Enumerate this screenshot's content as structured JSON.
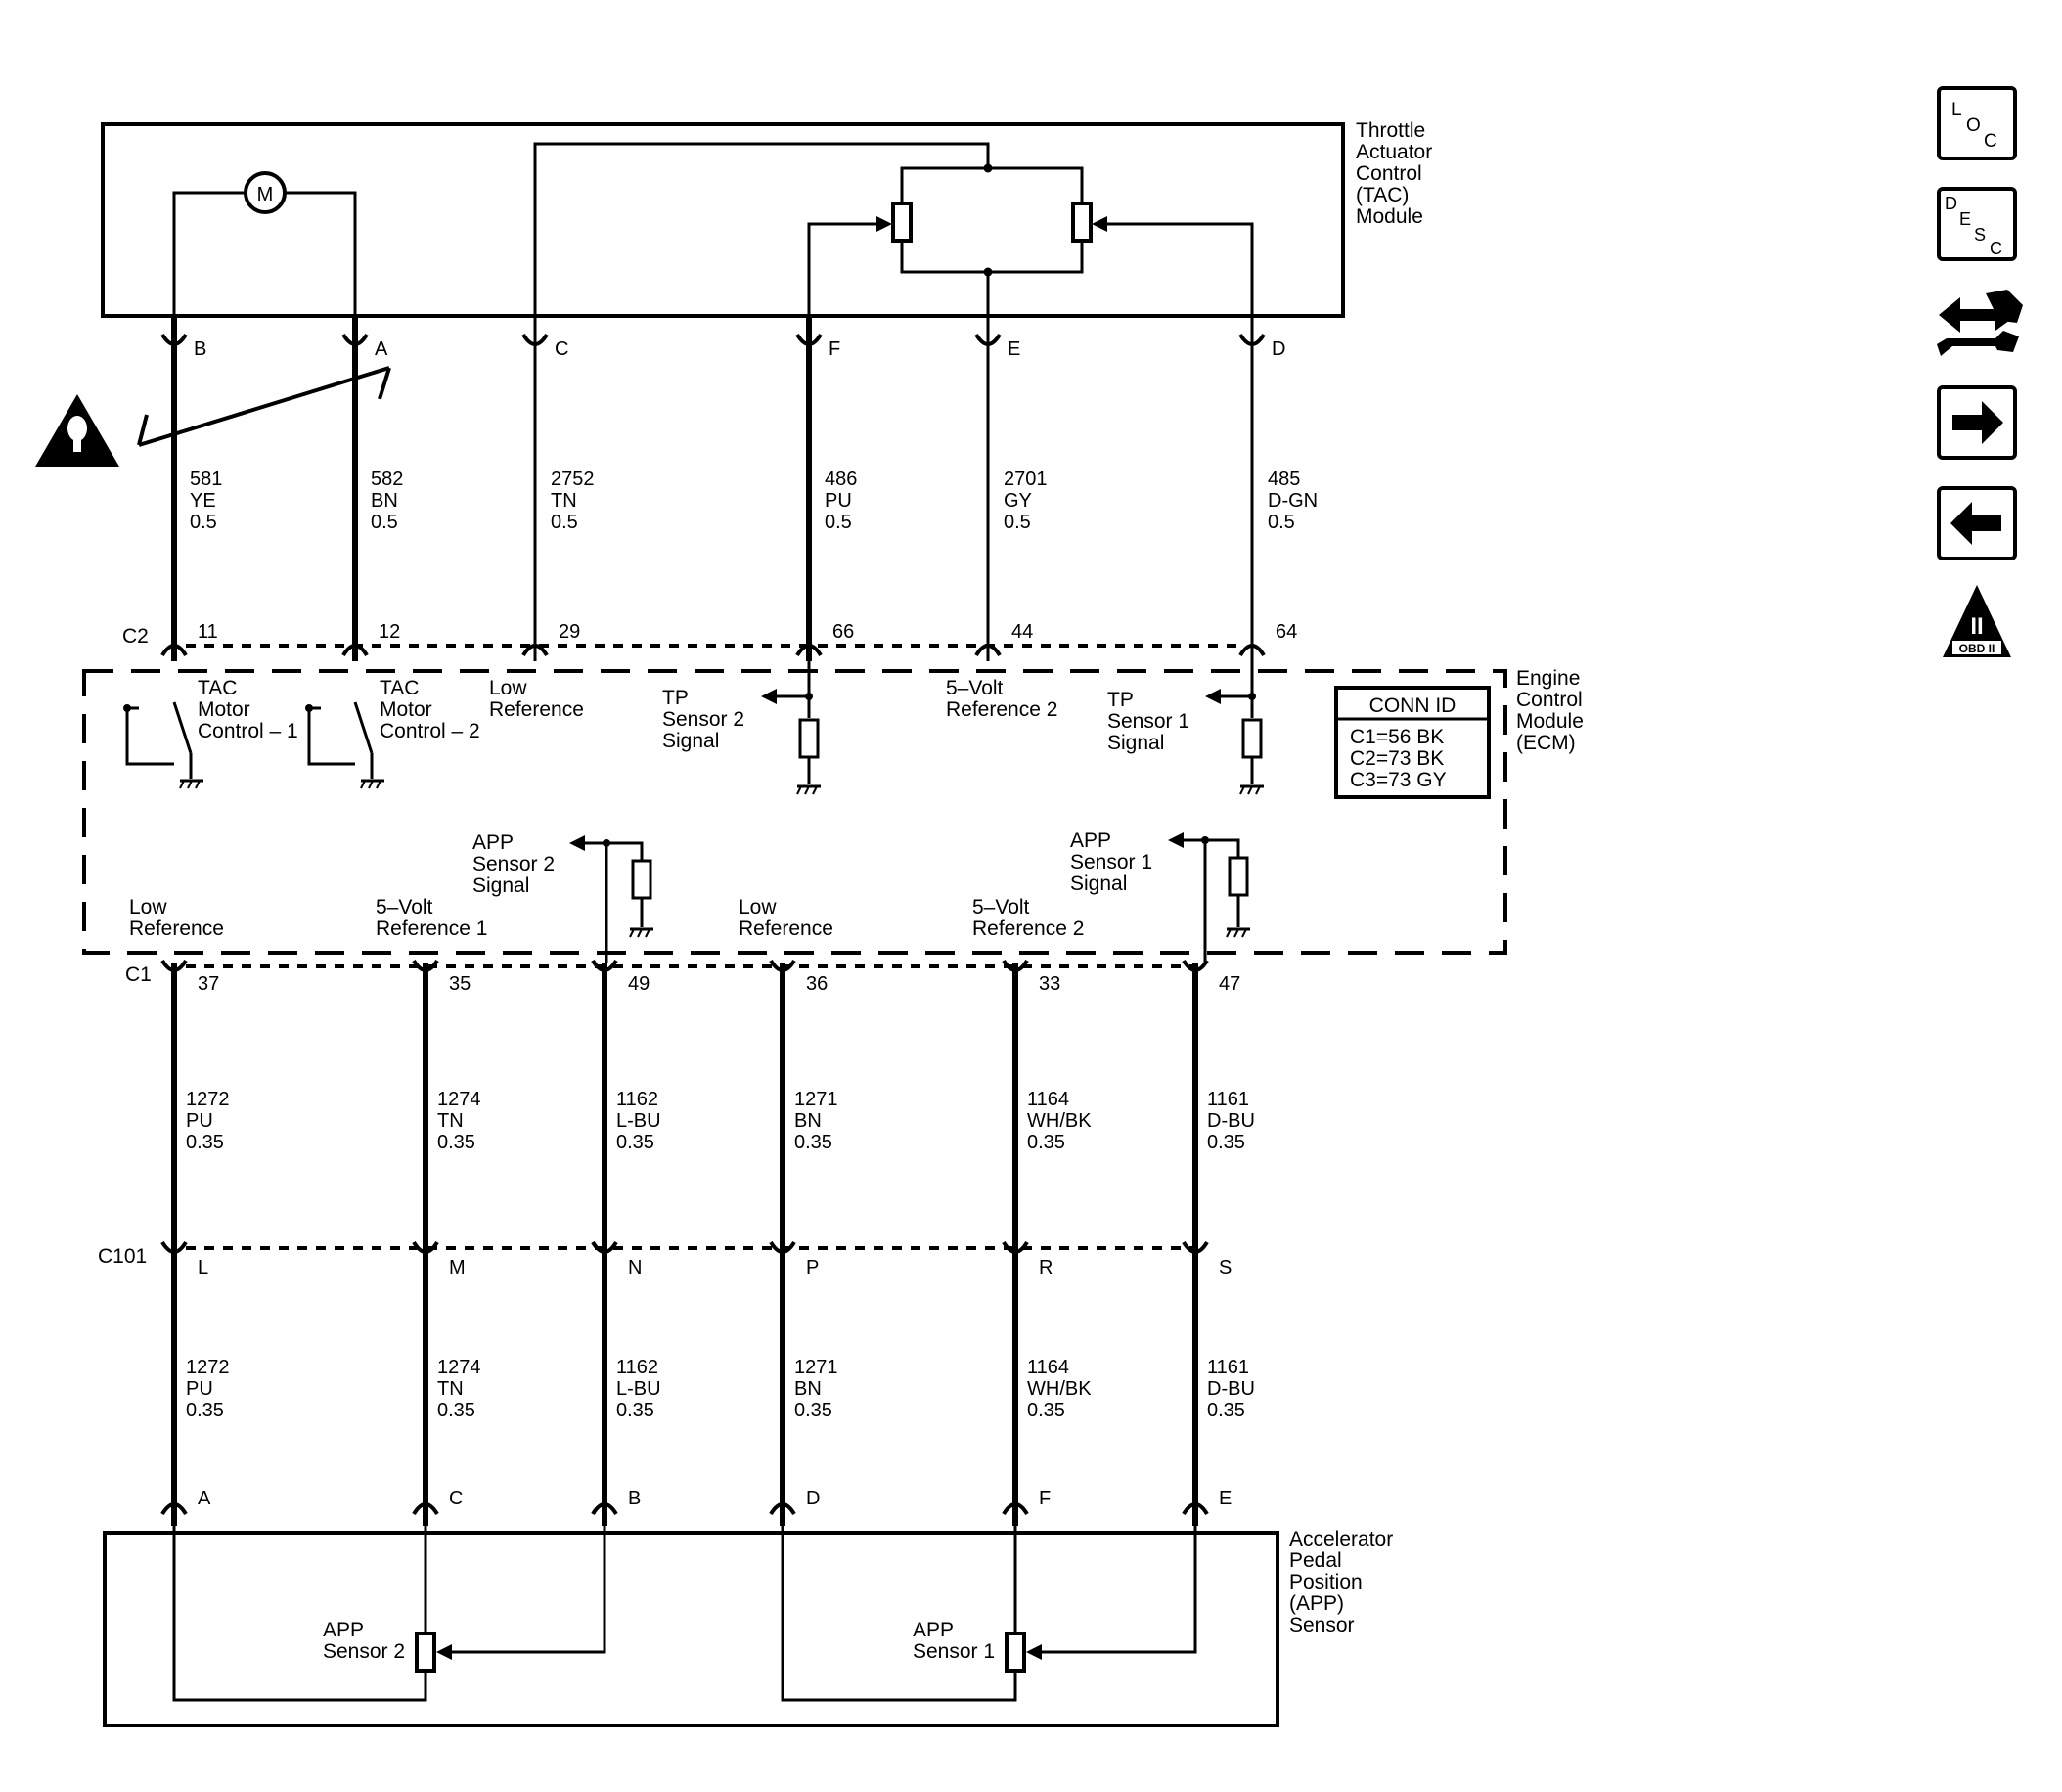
{
  "tac_module": {
    "lines": [
      "Throttle",
      "Actuator",
      "Control",
      "(TAC)",
      "Module"
    ]
  },
  "ecm": {
    "lines": [
      "Engine",
      "Control",
      "Module",
      "(ECM)"
    ]
  },
  "app_sensor": {
    "lines": [
      "Accelerator",
      "Pedal",
      "Position",
      "(APP)",
      "Sensor"
    ]
  },
  "conn_id": {
    "title": "CONN ID",
    "lines": [
      "C1=56 BK",
      "C2=73 BK",
      "C3=73 GY"
    ]
  },
  "motor_label": "M",
  "connectors": {
    "c2": "C2",
    "c1": "C1",
    "c101": "C101"
  },
  "tac_pins": [
    "B",
    "A",
    "C",
    "F",
    "E",
    "D"
  ],
  "c2_pins": [
    "11",
    "12",
    "29",
    "66",
    "44",
    "64"
  ],
  "c1_pins": [
    "37",
    "35",
    "49",
    "36",
    "33",
    "47"
  ],
  "c101_pins": [
    "L",
    "M",
    "N",
    "P",
    "R",
    "S"
  ],
  "app_pins": [
    "A",
    "C",
    "B",
    "D",
    "F",
    "E"
  ],
  "upper_wires": [
    {
      "circuit": "581",
      "color": "YE",
      "gauge": "0.5"
    },
    {
      "circuit": "582",
      "color": "BN",
      "gauge": "0.5"
    },
    {
      "circuit": "2752",
      "color": "TN",
      "gauge": "0.5"
    },
    {
      "circuit": "486",
      "color": "PU",
      "gauge": "0.5"
    },
    {
      "circuit": "2701",
      "color": "GY",
      "gauge": "0.5"
    },
    {
      "circuit": "485",
      "color": "D-GN",
      "gauge": "0.5"
    }
  ],
  "middle_wires": [
    {
      "circuit": "1272",
      "color": "PU",
      "gauge": "0.35"
    },
    {
      "circuit": "1274",
      "color": "TN",
      "gauge": "0.35"
    },
    {
      "circuit": "1162",
      "color": "L-BU",
      "gauge": "0.35"
    },
    {
      "circuit": "1271",
      "color": "BN",
      "gauge": "0.35"
    },
    {
      "circuit": "1164",
      "color": "WH/BK",
      "gauge": "0.35"
    },
    {
      "circuit": "1161",
      "color": "D-BU",
      "gauge": "0.35"
    }
  ],
  "lower_wires": [
    {
      "circuit": "1272",
      "color": "PU",
      "gauge": "0.35"
    },
    {
      "circuit": "1274",
      "color": "TN",
      "gauge": "0.35"
    },
    {
      "circuit": "1162",
      "color": "L-BU",
      "gauge": "0.35"
    },
    {
      "circuit": "1271",
      "color": "BN",
      "gauge": "0.35"
    },
    {
      "circuit": "1164",
      "color": "WH/BK",
      "gauge": "0.35"
    },
    {
      "circuit": "1161",
      "color": "D-BU",
      "gauge": "0.35"
    }
  ],
  "ecm_upper_labels": {
    "tac1": [
      "TAC",
      "Motor",
      "Control – 1"
    ],
    "tac2": [
      "TAC",
      "Motor",
      "Control – 2"
    ],
    "lowref": [
      "Low",
      "Reference"
    ],
    "tp2": [
      "TP",
      "Sensor 2",
      "Signal"
    ],
    "ref2": [
      "5–Volt",
      "Reference 2"
    ],
    "tp1": [
      "TP",
      "Sensor 1",
      "Signal"
    ]
  },
  "ecm_lower_labels": {
    "lowref1": [
      "Low",
      "Reference"
    ],
    "ref1": [
      "5–Volt",
      "Reference 1"
    ],
    "app2": [
      "APP",
      "Sensor 2",
      "Signal"
    ],
    "lowref2": [
      "Low",
      "Reference"
    ],
    "ref2": [
      "5–Volt",
      "Reference 2"
    ],
    "app1": [
      "APP",
      "Sensor 1",
      "Signal"
    ]
  },
  "app_sensor_labels": {
    "s2": [
      "APP",
      "Sensor 2"
    ],
    "s1": [
      "APP",
      "Sensor 1"
    ]
  },
  "nav_icons": {
    "loc": {
      "name": "loc-icon",
      "letters": [
        "L",
        "O",
        "C"
      ]
    },
    "desc": {
      "name": "desc-icon",
      "letters": [
        "D",
        "E",
        "S",
        "C"
      ]
    },
    "obd": {
      "text": "OBD II",
      "roman": "II"
    }
  }
}
